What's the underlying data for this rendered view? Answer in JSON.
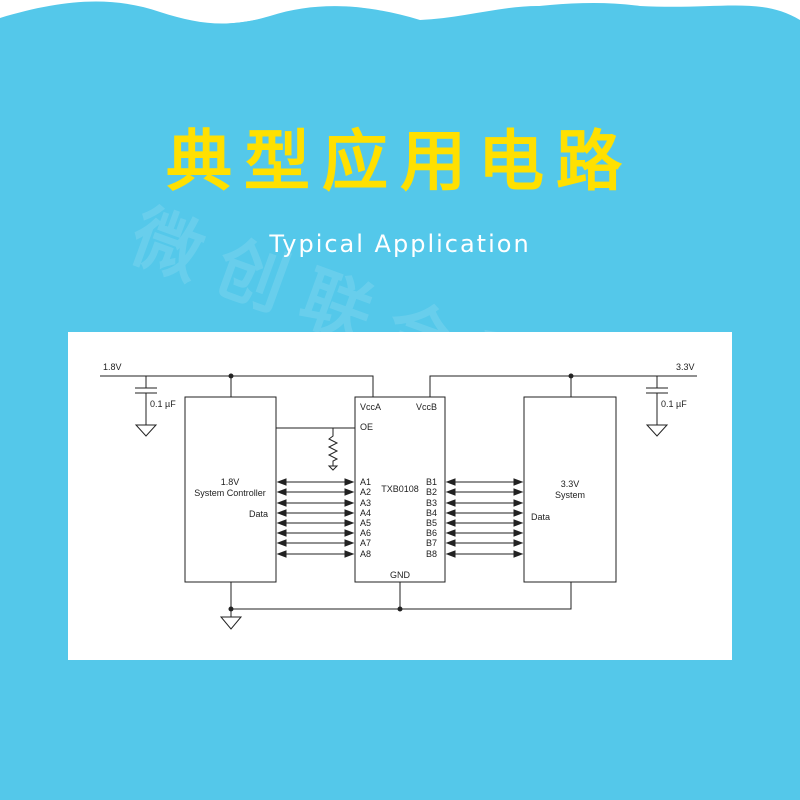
{
  "title": "典型应用电路",
  "subtitle": "Typical Application",
  "watermark": "微创联合科技",
  "colors": {
    "background": "#54c8ea",
    "title": "#ffe000"
  },
  "schematic": {
    "supply_left": "1.8V",
    "supply_right": "3.3V",
    "cap_left": "0.1 µF",
    "cap_right": "0.1 µF",
    "controller": {
      "line1": "1.8V",
      "line2": "System Controller",
      "data": "Data"
    },
    "system": {
      "line1": "3.3V",
      "line2": "System",
      "data": "Data"
    },
    "chip": {
      "name": "TXB0108",
      "vcca": "VccA",
      "vccb": "VccB",
      "oe": "OE",
      "gnd": "GND",
      "a_pins": [
        "A1",
        "A2",
        "A3",
        "A4",
        "A5",
        "A6",
        "A7",
        "A8"
      ],
      "b_pins": [
        "B1",
        "B2",
        "B3",
        "B4",
        "B5",
        "B6",
        "B7",
        "B8"
      ]
    }
  }
}
